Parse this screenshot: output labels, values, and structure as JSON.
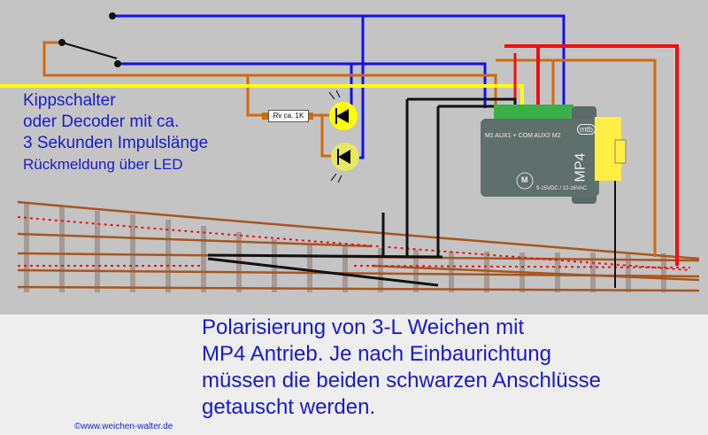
{
  "left_labels": [
    "Kippschalter",
    "oder Decoder mit ca.",
    "3 Sekunden Impulslänge",
    "Rückmeldung über LED"
  ],
  "resistor_label": "Rv ca. 1K",
  "device": {
    "name": "MP4",
    "terminals": [
      "M1",
      "AUX1",
      "+ COM",
      "AUX2",
      "M2"
    ],
    "voltage": "9-15VDC / 12-16VAC",
    "brand": "mtb",
    "motor": "M"
  },
  "caption": [
    "Polarisierung von 3-L Weichen mit",
    "MP4 Antrieb. Je nach Einbaurichtung",
    "müssen die beiden",
    "schwarzen Anschlüsse",
    "getauscht werden."
  ],
  "copyright": "©www.weichen-walter.de",
  "colors": {
    "wire_blue": "#1010ee",
    "wire_orange": "#d06a10",
    "wire_red": "#ee1010",
    "wire_yellow": "#ffff00",
    "rail": "#a8561e",
    "text": "#1a1acc"
  }
}
